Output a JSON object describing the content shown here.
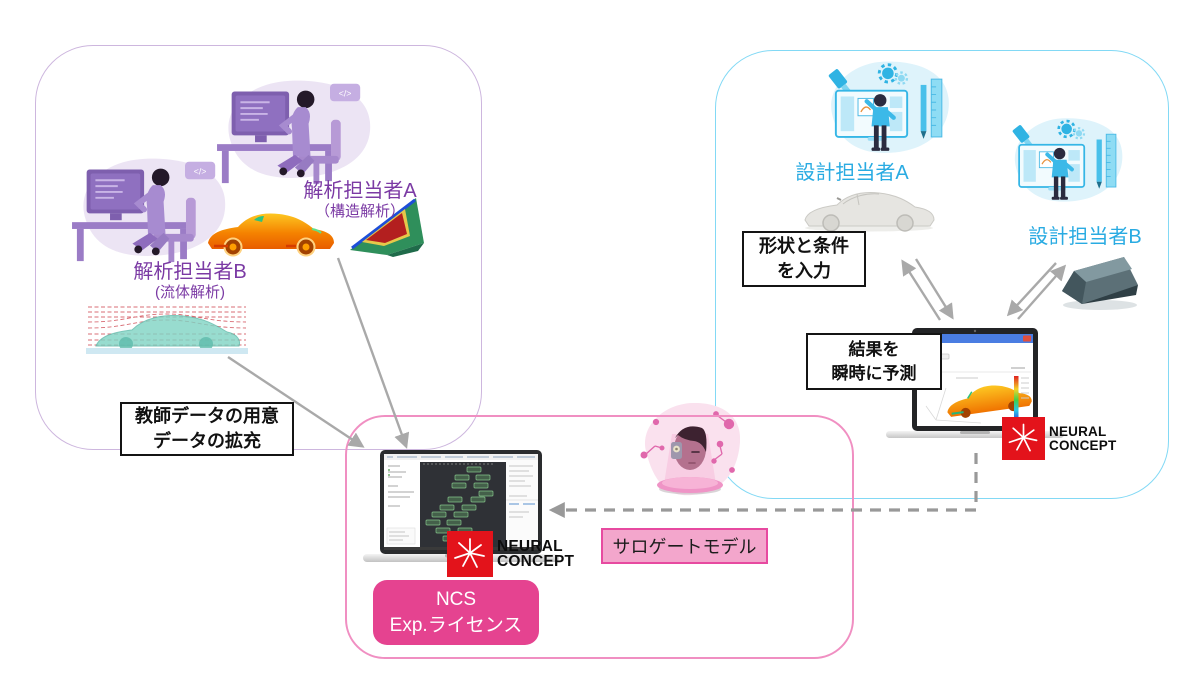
{
  "analyst_section": {
    "analyst_a_name": "解析担当者A",
    "analyst_a_role": "（構造解析）",
    "analyst_b_name": "解析担当者B",
    "analyst_b_role": "(流体解析)",
    "callout_line1": "教師データの用意",
    "callout_line2": "データの拡充"
  },
  "designer_section": {
    "designer_a_name": "設計担当者A",
    "designer_b_name": "設計担当者B",
    "input_callout_line1": "形状と条件",
    "input_callout_line2": "を入力",
    "result_callout_line1": "結果を",
    "result_callout_line2": "瞬時に予測"
  },
  "ncs_section": {
    "license_line1": "NCS",
    "license_line2": "Exp.ライセンス",
    "surrogate_label": "サロゲートモデル"
  },
  "logo": {
    "line1": "NEURAL",
    "line2": "CONCEPT"
  },
  "icons": {
    "code_bubble": "</>"
  },
  "colors": {
    "analyst_box_border": "#cdb6de",
    "designer_box_border": "#82d9f5",
    "ncs_box_border": "#f08fc2",
    "analyst_label": "#7b3aa4",
    "designer_label": "#29abe2",
    "arrow_gray": "#a9a9a9",
    "logo_red": "#e3131b",
    "license_bg": "#e54390",
    "surrogate_bg": "#f3a6cc",
    "surrogate_border": "#e74aa0"
  }
}
